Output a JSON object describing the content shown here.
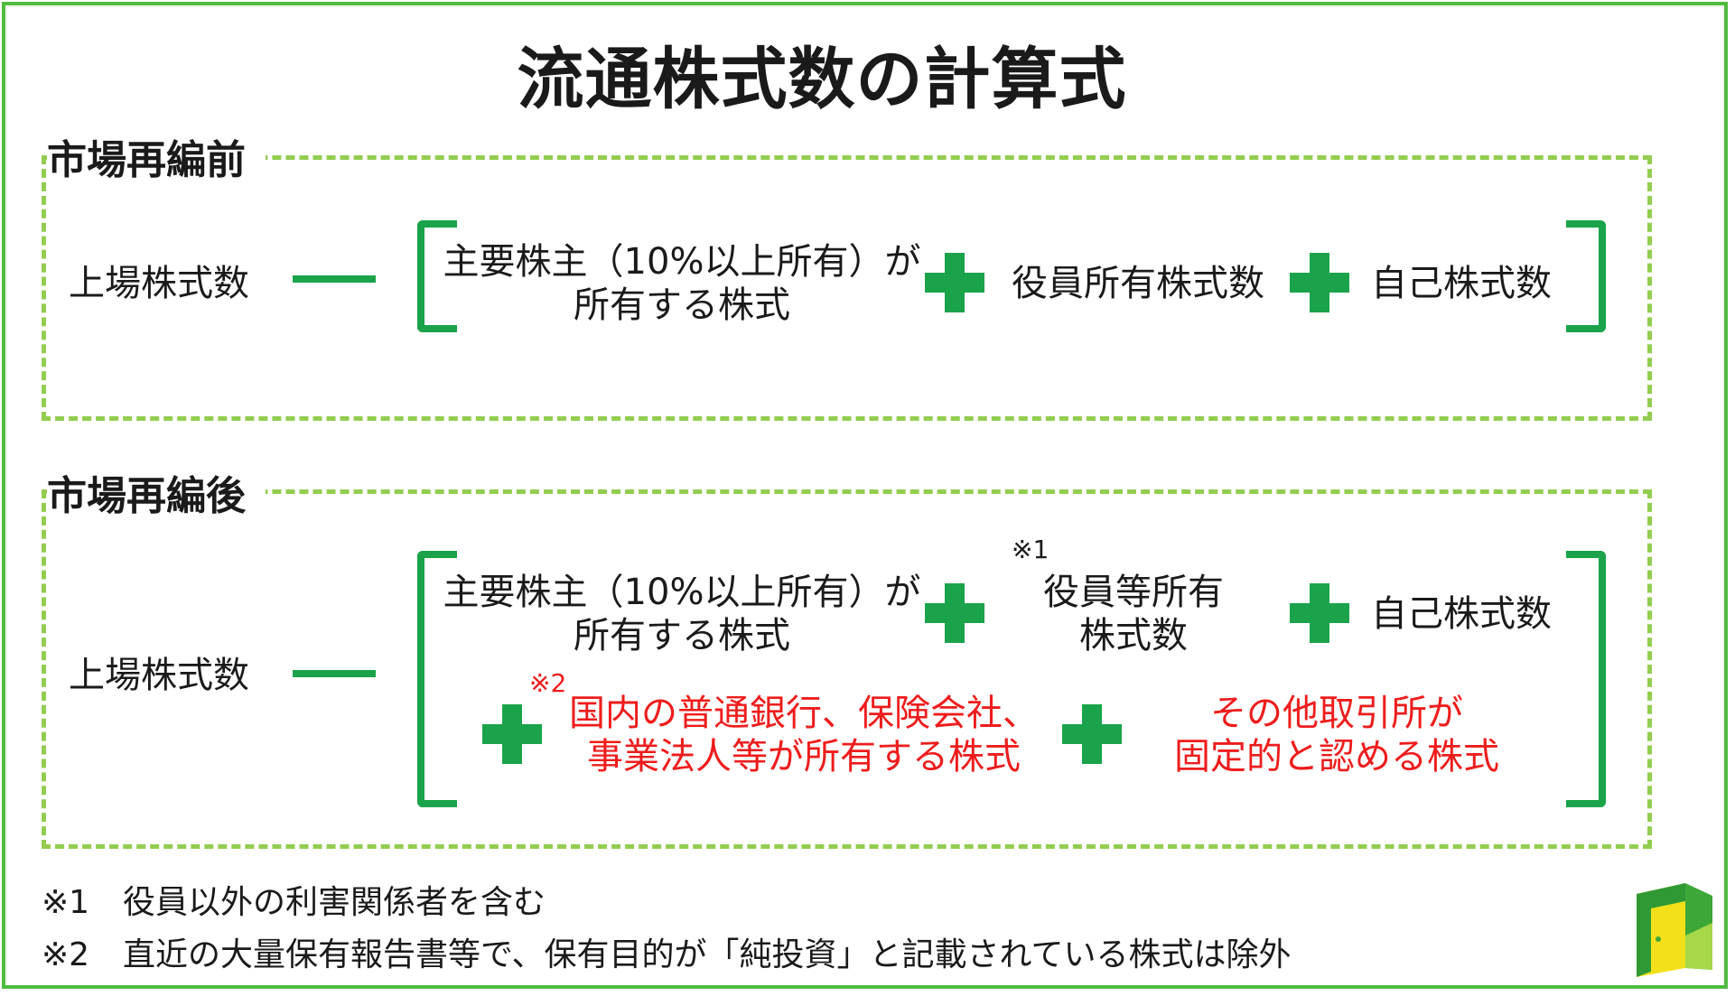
{
  "title": "流通株式数の計算式",
  "before": {
    "label": "市場再編前",
    "listed": "上場株式数",
    "major_line1": "主要株主（10%以上所有）が",
    "major_line2": "所有する株式",
    "officers": "役員所有株式数",
    "treasury": "自己株式数"
  },
  "after": {
    "label": "市場再編後",
    "listed": "上場株式数",
    "major_line1": "主要株主（10%以上所有）が",
    "major_line2": "所有する株式",
    "officers_mark": "※1",
    "officers_line1": "役員等所有",
    "officers_line2": "株式数",
    "treasury": "自己株式数",
    "banks_mark": "※2",
    "banks_line1": "国内の普通銀行、保険会社、",
    "banks_line2": "事業法人等が所有する株式",
    "other_line1": "その他取引所が",
    "other_line2": "固定的と認める株式"
  },
  "notes": [
    {
      "mark": "※1",
      "text": "役員以外の利害関係者を含む"
    },
    {
      "mark": "※2",
      "text": "直近の大量保有報告書等で、保有目的が「純投資」と記載されている株式は除外"
    }
  ],
  "colors": {
    "frame": "#4fbb3f",
    "dashed": "#93cd50",
    "operator": "#1aa34a",
    "highlight_text": "#ee1c1c"
  },
  "icons": {
    "plus": "plus-icon",
    "minus": "minus-icon",
    "logo": "door-logo"
  }
}
